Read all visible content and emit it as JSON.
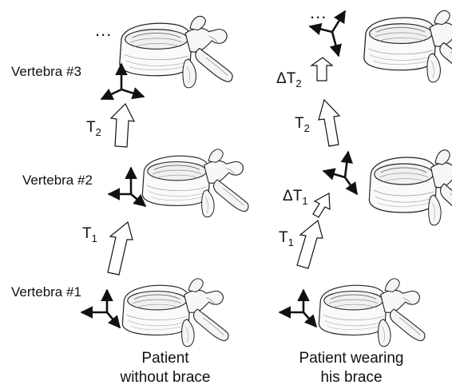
{
  "left": {
    "vertebra_labels": [
      "Vertebra #3",
      "Vertebra #2",
      "Vertebra #1"
    ],
    "ellipsis": "...",
    "transforms": [
      {
        "base": "T",
        "sub": "2"
      },
      {
        "base": "T",
        "sub": "1"
      }
    ],
    "caption_line1": "Patient",
    "caption_line2": "without brace"
  },
  "right": {
    "ellipsis": "...",
    "transforms": [
      {
        "base": "ΔT",
        "sub": "2"
      },
      {
        "base": "T",
        "sub": "2"
      },
      {
        "base": "ΔT",
        "sub": "1"
      },
      {
        "base": "T",
        "sub": "1"
      }
    ],
    "caption_line1": "Patient wearing",
    "caption_line2": "his brace"
  }
}
